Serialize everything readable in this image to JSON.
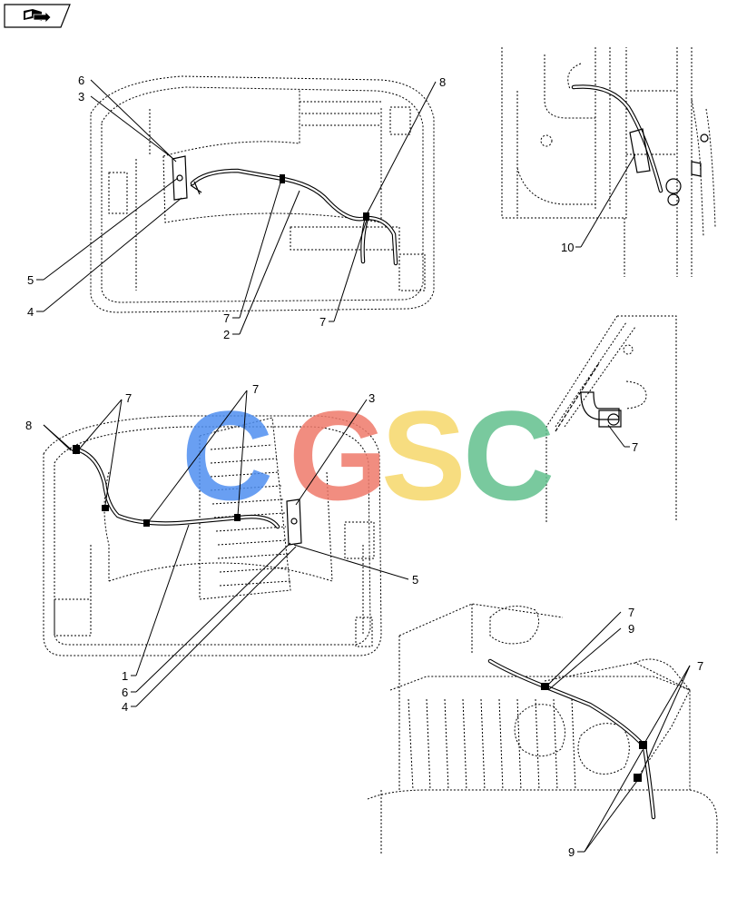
{
  "nav": {
    "icon": "book-arrow-icon"
  },
  "watermark": {
    "text": "CGSC",
    "colors": [
      "#4f8ff0",
      "#ef7a6b",
      "#f6d86a",
      "#62c08e"
    ]
  },
  "callouts": [
    {
      "id": "c1",
      "text": "6"
    },
    {
      "id": "c2",
      "text": "3"
    },
    {
      "id": "c3",
      "text": "8"
    },
    {
      "id": "c4",
      "text": "5"
    },
    {
      "id": "c5",
      "text": "4"
    },
    {
      "id": "c6",
      "text": "7"
    },
    {
      "id": "c7",
      "text": "2"
    },
    {
      "id": "c8",
      "text": "7"
    },
    {
      "id": "c9",
      "text": "10"
    },
    {
      "id": "c10",
      "text": "8"
    },
    {
      "id": "c11",
      "text": "7"
    },
    {
      "id": "c12",
      "text": "7"
    },
    {
      "id": "c13",
      "text": "3"
    },
    {
      "id": "c14",
      "text": "5"
    },
    {
      "id": "c15",
      "text": "1"
    },
    {
      "id": "c16",
      "text": "6"
    },
    {
      "id": "c17",
      "text": "4"
    },
    {
      "id": "c18",
      "text": "7"
    },
    {
      "id": "c19",
      "text": "7"
    },
    {
      "id": "c20",
      "text": "9"
    },
    {
      "id": "c21",
      "text": "7"
    },
    {
      "id": "c22",
      "text": "9"
    }
  ]
}
